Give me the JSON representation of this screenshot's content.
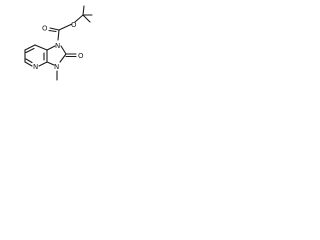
{
  "molecule": {
    "atoms": {
      "carbonyl_oxygen": "O",
      "ester_oxygen": "O",
      "ring_n1": "N",
      "pyridine_n": "N",
      "ring_n3": "N",
      "imidazolone_oxygen": "O"
    }
  }
}
